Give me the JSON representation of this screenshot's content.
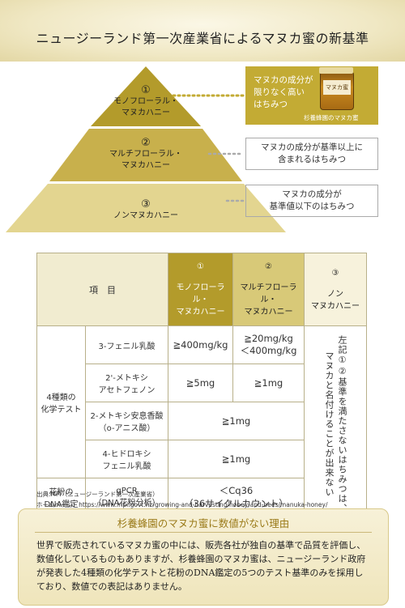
{
  "header": {
    "title": "ニュージーランド第一次産業省によるマヌカ蜜の新基準"
  },
  "pyramid": {
    "levels": [
      {
        "num": "①",
        "name": "モノフローラル・\nマヌカハニー"
      },
      {
        "num": "②",
        "name": "マルチフローラル・\nマヌカハニー"
      },
      {
        "num": "③",
        "name": "ノンマヌカハニー"
      }
    ],
    "descriptions": [
      "マヌカの成分が\n限りなく高い\nはちみつ",
      "マヌカの成分が基準以上に\n含まれるはちみつ",
      "マヌカの成分が\n基準値以下のはちみつ"
    ],
    "jar_label": "マヌカ蜜",
    "jar_caption": "杉養蜂園のマヌカ蜜",
    "colors": [
      "#b39b2b",
      "#c8b04c",
      "#e3d590"
    ]
  },
  "table": {
    "header_item": "項　目",
    "header_cols": [
      {
        "num": "①",
        "name": "モノフローラル・\nマヌカハニー"
      },
      {
        "num": "②",
        "name": "マルチフローラル・\nマヌカハニー"
      },
      {
        "num": "③",
        "name": "ノン\nマヌカハニー"
      }
    ],
    "group1": "4種類の\n化学テスト",
    "group2": "花粉の\nDNA鑑定",
    "rows": [
      {
        "name": "3-フェニル乳酸",
        "v1": "≧400mg/kg",
        "v2": "≧20mg/kg\n＜400mg/kg"
      },
      {
        "name": "2'-メトキシ\nアセトフェノン",
        "v1": "≧5mg",
        "v2": "≧1mg"
      },
      {
        "name": "2-メトキシ安息香酸\n（o-アニス酸）",
        "v12": "≧1mg"
      },
      {
        "name": "4-ヒドロキシ\nフェニル乳酸",
        "v12": "≧1mg"
      },
      {
        "name": "qPCR\n（DNA花粉分析）",
        "v12": "＜Cq36\n（36サイクルカウント）"
      }
    ],
    "col3_text": "左記①②基準を満たさないはちみつは、\nマヌカと名付けることが出来ない"
  },
  "notes": {
    "source": "出典:MPI（ニュージーランド第一次産業省）",
    "homepage": "ホームページ：https://www.mpi.govt.nz/growing-and-harvesting/honey-and-bees/manuka-honey/"
  },
  "reason": {
    "title": "杉養蜂園のマヌカ蜜に数値がない理由",
    "body": "世界で販売されているマヌカ蜜の中には、販売各社が独自の基準で品質を評価し、数値化しているものもありますが、杉養蜂園のマヌカ蜜は、ニュージーランド政府が発表した4種類の化学テストと花粉のDNA鑑定の5つのテスト基準のみを採用しており、数値での表記はありません。"
  }
}
